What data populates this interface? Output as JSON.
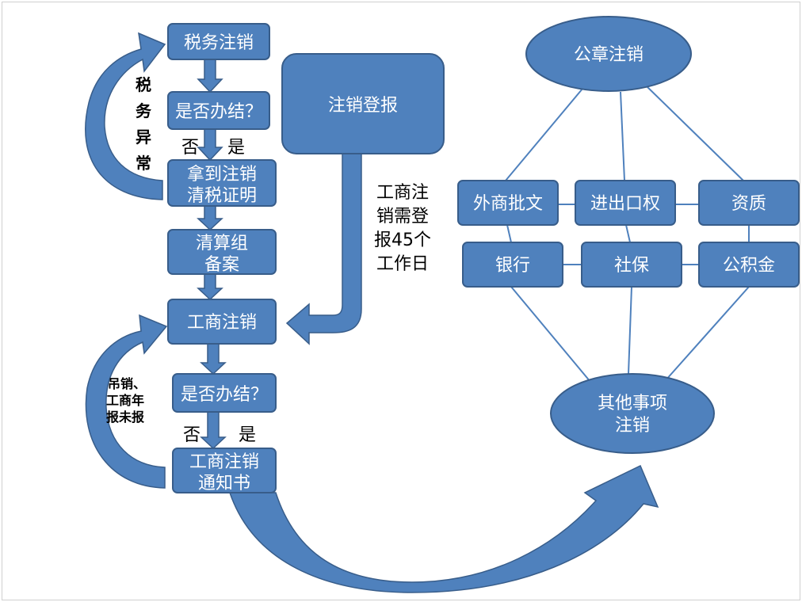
{
  "flow_left": {
    "tax_cancel": "税务注销",
    "done_q1": "是否办结？",
    "no1": "否",
    "yes1": "是",
    "tax_cert": [
      "拿到注销",
      "清税证明"
    ],
    "liquidation": [
      "清算组",
      "备案"
    ],
    "biz_cancel": "工商注销",
    "done_q2": "是否办结？",
    "no2": "否",
    "yes2": "是",
    "biz_notice": [
      "工商注销",
      "通知书"
    ],
    "tax_abnormal": [
      "税",
      "务",
      "异",
      "常"
    ],
    "revoked": [
      "吊销、",
      "工商年",
      "报未报"
    ]
  },
  "newspaper": {
    "label": "注销登报",
    "note": [
      "工商注",
      "销需登",
      "报45个",
      "工作日"
    ]
  },
  "flow_right": {
    "seal_cancel": "公章注销",
    "row1": [
      "外商批文",
      "进出口权",
      "资质"
    ],
    "row2": [
      "银行",
      "社保",
      "公积金"
    ],
    "other": [
      "其他事项",
      "注销"
    ]
  }
}
